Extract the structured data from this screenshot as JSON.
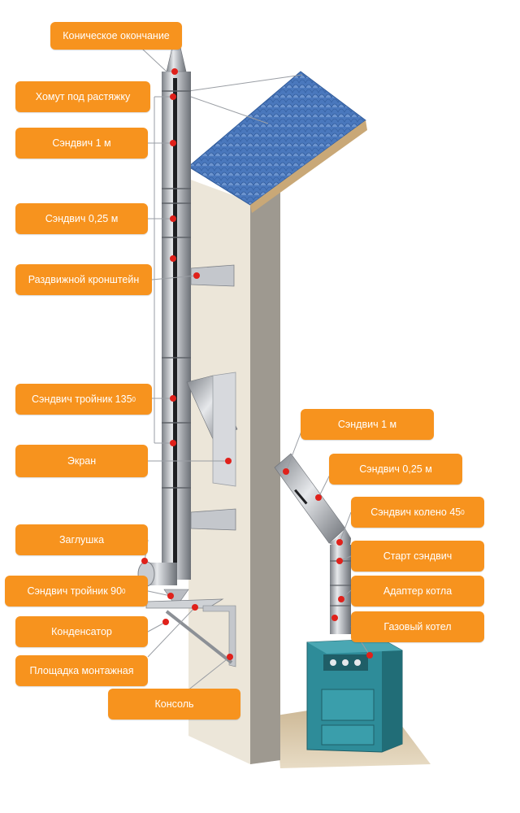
{
  "colors": {
    "label_bg": "#f7931e",
    "label_text": "#ffffff",
    "marker": "#e0211b",
    "roof": "#3f6fb6",
    "wall": "#e9e3d6",
    "pipe": "#b9bcc2",
    "boiler": "#2e8c99"
  },
  "labels": {
    "conical_end": "Коническое окончание",
    "guy_clamp": "Хомут под растяжку",
    "sandwich_1m_left": "Сэндвич 1 м",
    "sandwich_025_left": "Сэндвич 0,25 м",
    "sliding_bracket": "Раздвижной кронштейн",
    "tee_135_text": "Сэндвич тройник 135",
    "tee_135_sup": "0",
    "screen": "Экран",
    "plug": "Заглушка",
    "tee_90_text": "Сэндвич тройник 90",
    "tee_90_sup": "0",
    "condensate": "Конденсатор",
    "mount_platform": "Площадка монтажная",
    "console": "Консоль",
    "sandwich_1m_right": "Сэндвич 1 м",
    "sandwich_025_right": "Сэндвич 0,25 м",
    "elbow_45_text": "Сэндвич колено 45",
    "elbow_45_sup": "0",
    "start_sandwich": "Старт сэндвич",
    "boiler_adapter": "Адаптер котла",
    "gas_boiler": "Газовый котел"
  }
}
